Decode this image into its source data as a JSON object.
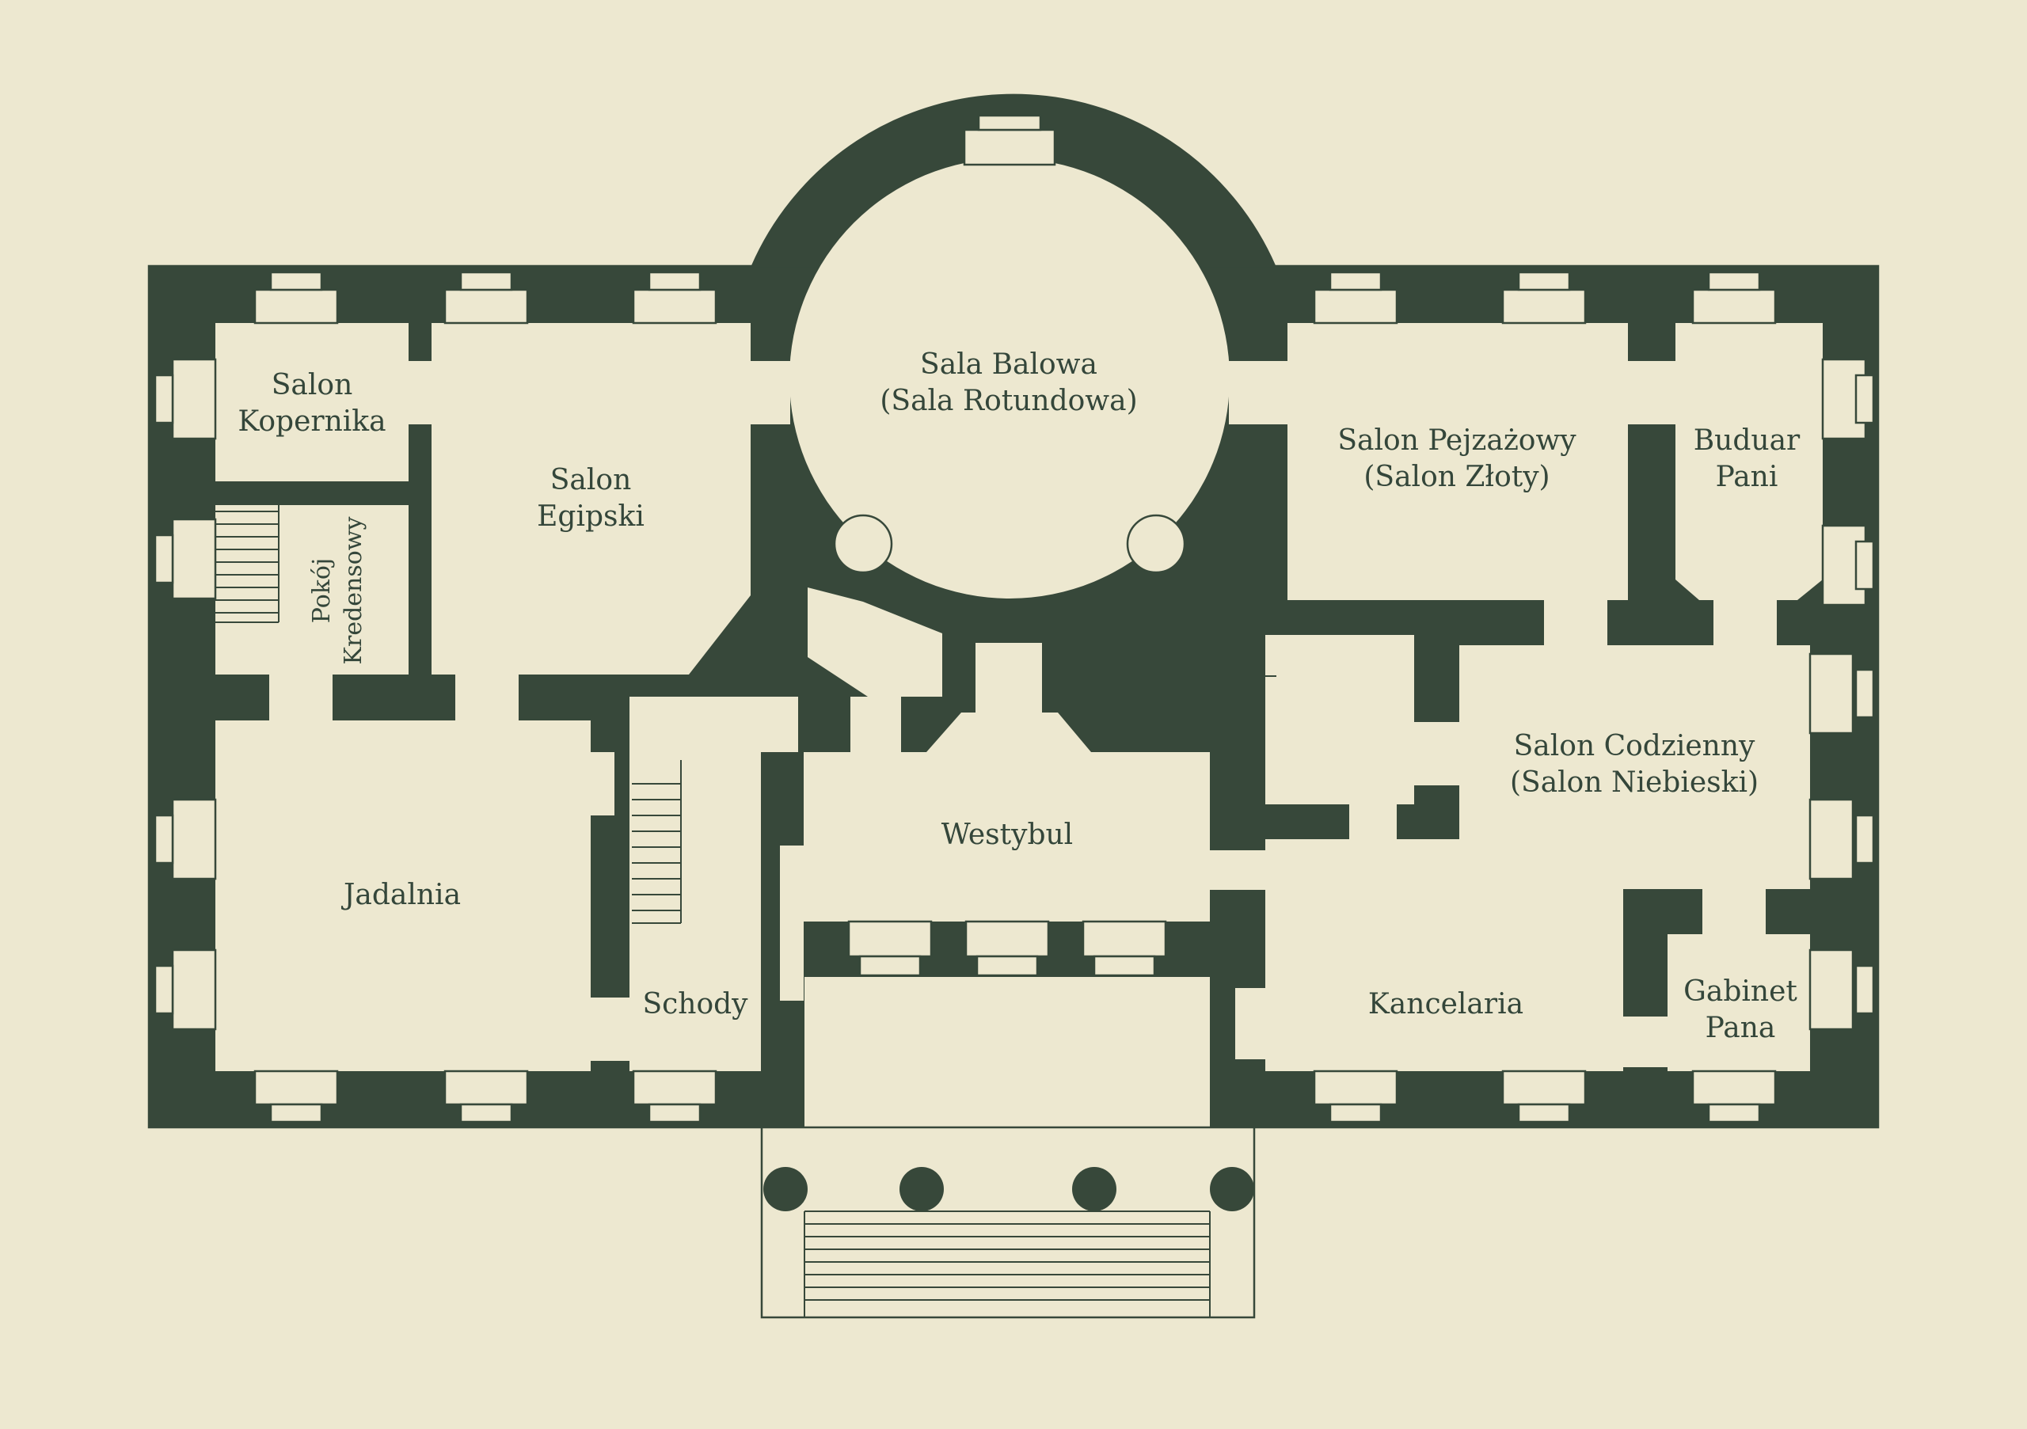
{
  "colors": {
    "background": "#ede8d0",
    "wall": "#37483a",
    "text": "#34463a"
  },
  "rooms": [
    {
      "id": "salon-kopernika",
      "lines": [
        "Salon",
        "Kopernika"
      ]
    },
    {
      "id": "salon-egipski",
      "lines": [
        "Salon",
        "Egipski"
      ]
    },
    {
      "id": "pokoj-kredensowy",
      "lines": [
        "Pokój",
        "Kredensowy"
      ]
    },
    {
      "id": "sala-balowa",
      "lines": [
        "Sala Balowa",
        "(Sala Rotundowa)"
      ]
    },
    {
      "id": "salon-pejzazowy",
      "lines": [
        "Salon Pejzażowy",
        "(Salon Złoty)"
      ]
    },
    {
      "id": "buduar-pani",
      "lines": [
        "Buduar",
        "Pani"
      ]
    },
    {
      "id": "salon-codzienny",
      "lines": [
        "Salon Codzienny",
        "(Salon Niebieski)"
      ]
    },
    {
      "id": "jadalnia",
      "lines": [
        "Jadalnia"
      ]
    },
    {
      "id": "westybul",
      "lines": [
        "Westybul"
      ]
    },
    {
      "id": "schody",
      "lines": [
        "Schody"
      ]
    },
    {
      "id": "kancelaria",
      "lines": [
        "Kancelaria"
      ]
    },
    {
      "id": "gabinet-pana",
      "lines": [
        "Gabinet",
        "Pana"
      ]
    }
  ]
}
